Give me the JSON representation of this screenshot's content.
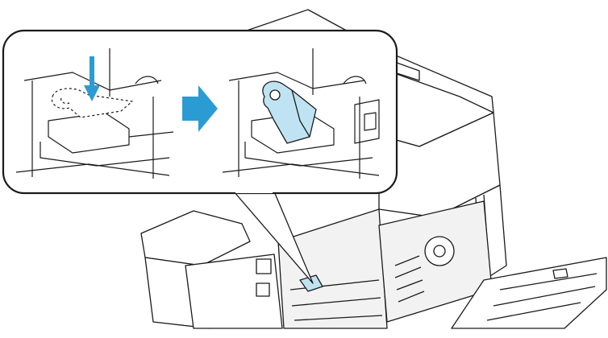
{
  "figure": {
    "kind": "printer-maintenance-illustration",
    "caption": "",
    "colors": {
      "line": "#1a1a1a",
      "machine_body": "#ffffff",
      "machine_shadow": "#e6e6e6",
      "accent_blue": "#2b9bd3",
      "part_highlight": "#bfe3f2",
      "callout_fill": "#ffffff"
    },
    "callout": {
      "step_before": {
        "label": "",
        "down_arrow_icon": "down-arrow-icon",
        "part_state": "dashed-outline"
      },
      "transition_icon": "right-arrow-icon",
      "step_after": {
        "label": "",
        "part_state": "filled-highlight"
      }
    },
    "machine": {
      "front_door_state": "open",
      "side_cover_state": "open",
      "highlighted_part": "lever-in-toner-area"
    }
  }
}
